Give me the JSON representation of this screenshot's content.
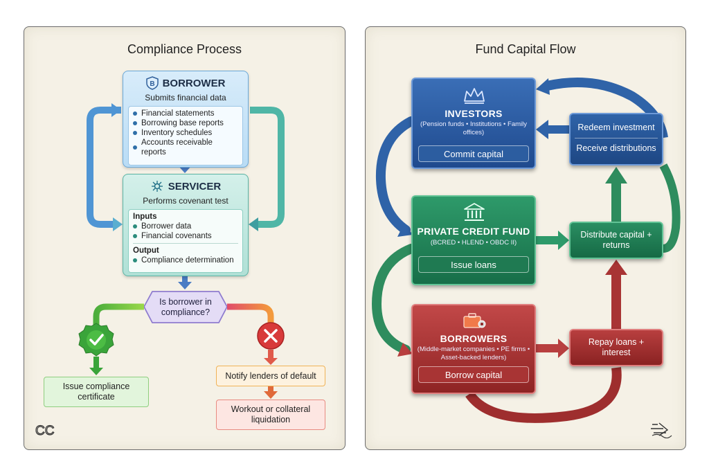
{
  "left": {
    "title": "Compliance Process",
    "borrower": {
      "badge": "B",
      "title": "BORROWER",
      "subtitle": "Submits financial data",
      "items": [
        "Financial statements",
        "Borrowing base reports",
        "Inventory schedules",
        "Accounts receivable reports"
      ]
    },
    "servicer": {
      "title": "SERVICER",
      "subtitle": "Performs covenant test",
      "inputs_label": "Inputs",
      "inputs": [
        "Borrower data",
        "Financial covenants"
      ],
      "output_label": "Output",
      "outputs": [
        "Compliance determination"
      ]
    },
    "decision": "Is borrower in compliance?",
    "yes_outcome": "Issue compliance certificate",
    "no_outcome": "Notify lenders of default",
    "no_followup": "Workout or collateral liquidation",
    "logo_text": "CC"
  },
  "right": {
    "title": "Fund Capital Flow",
    "investors": {
      "title": "INVESTORS",
      "detail": "(Pension funds • Institutions • Family offices)",
      "action": "Commit capital"
    },
    "fund": {
      "title": "PRIVATE CREDIT FUND",
      "detail": "(BCRED • HLEND • OBDC II)",
      "action": "Issue loans"
    },
    "borrowers": {
      "title": "BORROWERS",
      "detail": "(Middle-market companies • PE firms • Asset-backed lenders)",
      "action": "Borrow capital"
    },
    "redeem": "Redeem investment",
    "distributions": "Receive distributions",
    "distribute": "Distribute capital + returns",
    "repay": "Repay loans + interest"
  },
  "colors": {
    "blue": "#2f63a8",
    "teal": "#4fb6a6",
    "green": "#2e9a6a",
    "red": "#b83f3f",
    "orange": "#f0b256"
  }
}
